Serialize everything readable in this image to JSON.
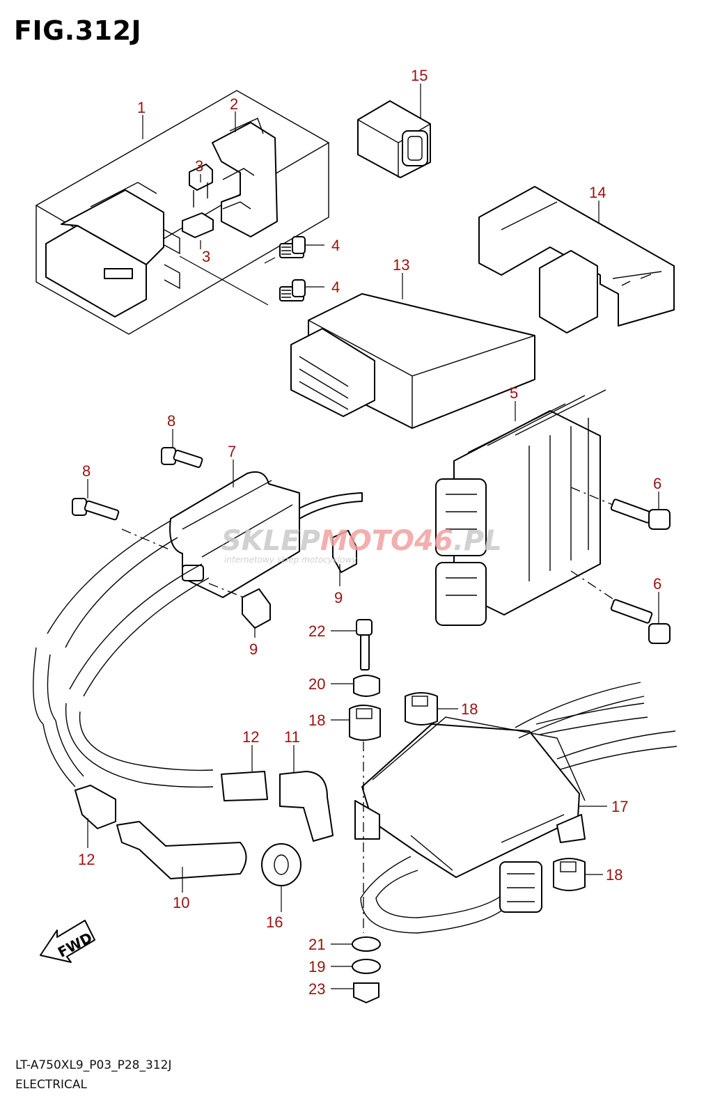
{
  "figure": {
    "title": "FIG.312J",
    "model_code": "LT-A750XL9_P03_P28_312J",
    "section": "ELECTRICAL"
  },
  "watermark": {
    "brand_part1": "SKLEP",
    "brand_part2": "MOTO",
    "brand_part3": "46",
    "brand_suffix": ".PL",
    "tagline": "internetowy sklep motocyklowy"
  },
  "fwd_label": "FWD",
  "callouts": {
    "c1": "1",
    "c2": "2",
    "c3a": "3",
    "c3b": "3",
    "c4a": "4",
    "c4b": "4",
    "c5": "5",
    "c6a": "6",
    "c6b": "6",
    "c7": "7",
    "c8a": "8",
    "c8b": "8",
    "c9a": "9",
    "c9b": "9",
    "c10": "10",
    "c11": "11",
    "c12a": "12",
    "c12b": "12",
    "c13": "13",
    "c14": "14",
    "c15": "15",
    "c16": "16",
    "c17": "17",
    "c18a": "18",
    "c18b": "18",
    "c18c": "18",
    "c19": "19",
    "c20": "20",
    "c21": "21",
    "c22": "22",
    "c23": "23"
  },
  "colors": {
    "callout_text": "#9a1010",
    "watermark_gray": "#c9c9c9",
    "watermark_red": "#f2a0a0"
  }
}
